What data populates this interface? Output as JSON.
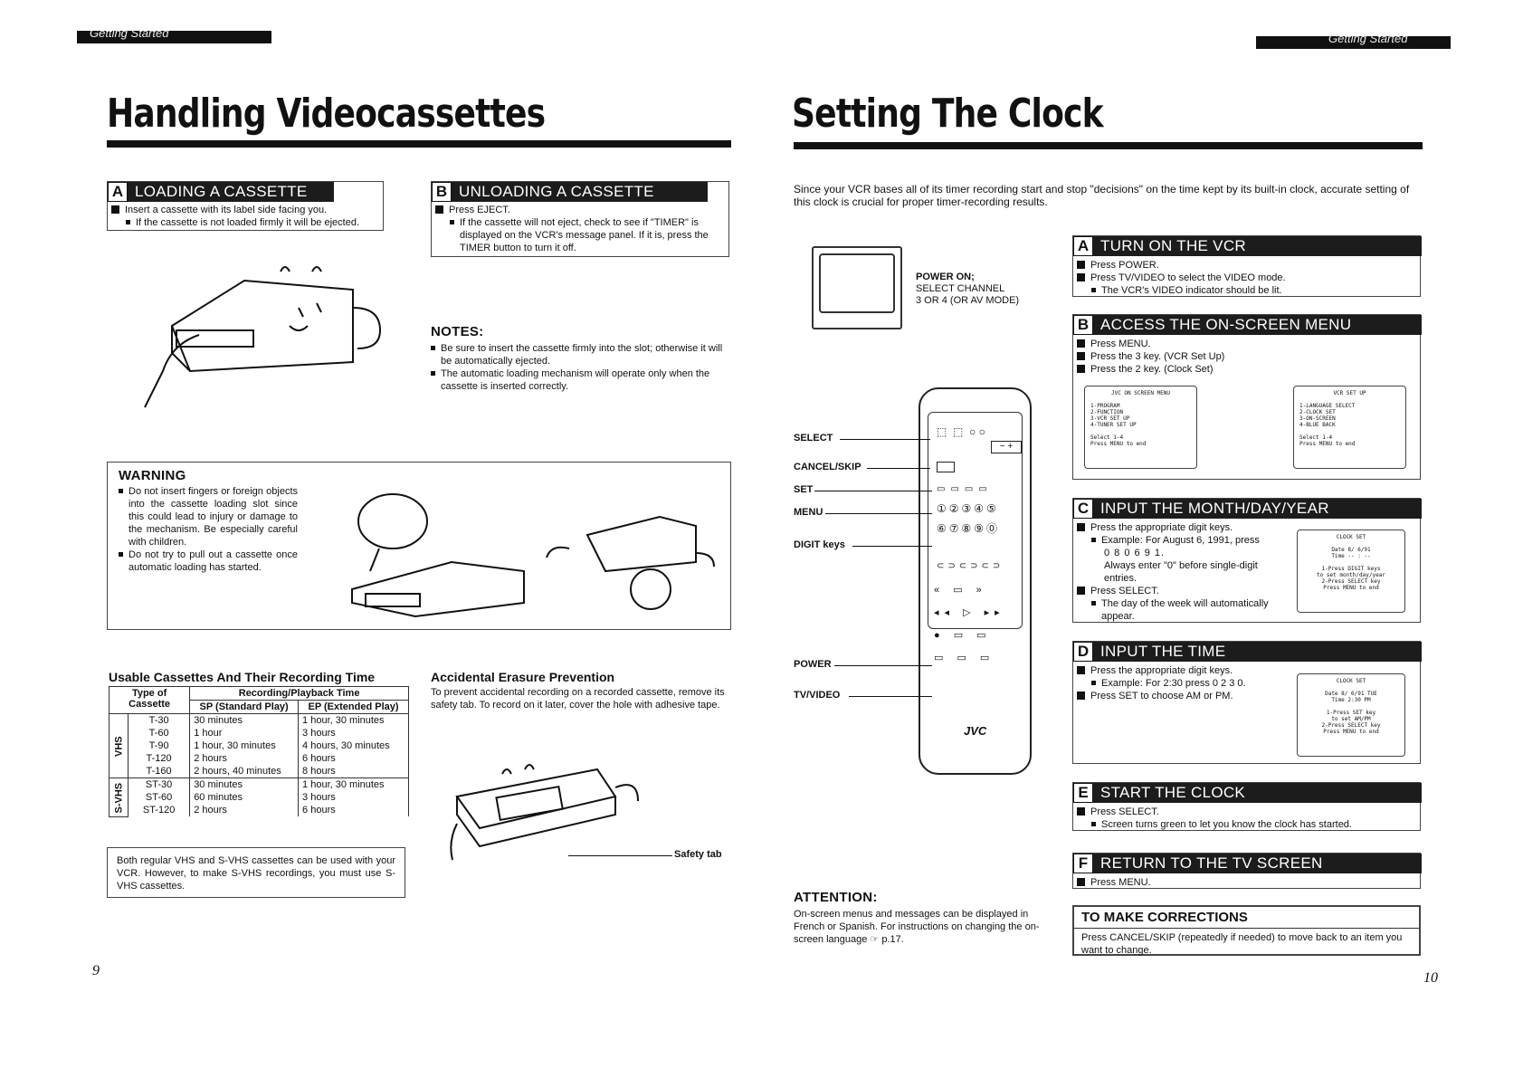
{
  "left": {
    "header": "Getting Started",
    "title": "Handling Videocassettes",
    "boxA": {
      "letter": "A",
      "title": "LOADING A CASSETTE",
      "step": "Insert a cassette with its label side facing you.",
      "note": "If the cassette is not loaded firmly it will be ejected."
    },
    "boxB": {
      "letter": "B",
      "title": "UNLOADING A CASSETTE",
      "step": "Press EJECT.",
      "note": "If the cassette will not eject, check to see if \"TIMER\" is displayed on the VCR's message panel.  If it is, press the TIMER button to turn it off."
    },
    "notes": {
      "title": "NOTES:",
      "items": [
        "Be sure to insert the cassette firmly into the slot; otherwise it will be automatically ejected.",
        "The automatic loading mechanism will operate only when the cassette is inserted correctly."
      ]
    },
    "warning": {
      "title": "WARNING",
      "items": [
        "Do not insert fingers or foreign objects into the cassette loading slot since this could lead to injury or damage to the mechanism. Be especially careful with children.",
        "Do not try to pull out a cassette once automatic loading has started."
      ]
    },
    "usable": {
      "title": "Usable Cassettes And Their Recording Time",
      "col_type": "Type of Cassette",
      "col_time": "Recording/Playback Time",
      "col_sp": "SP (Standard Play)",
      "col_ep": "EP (Extended Play)",
      "groups": [
        {
          "name": "VHS",
          "rows": [
            [
              "T-30",
              "30 minutes",
              "1 hour, 30 minutes"
            ],
            [
              "T-60",
              "1 hour",
              "3 hours"
            ],
            [
              "T-90",
              "1 hour, 30 minutes",
              "4 hours, 30 minutes"
            ],
            [
              "T-120",
              "2 hours",
              "6 hours"
            ],
            [
              "T-160",
              "2 hours, 40 minutes",
              "8 hours"
            ]
          ]
        },
        {
          "name": "S-VHS",
          "rows": [
            [
              "ST-30",
              "30 minutes",
              "1 hour, 30 minutes"
            ],
            [
              "ST-60",
              "60 minutes",
              "3 hours"
            ],
            [
              "ST-120",
              "2 hours",
              "6 hours"
            ]
          ]
        }
      ],
      "footnote": "Both regular VHS and S-VHS cassettes can be used with your VCR. However, to make S-VHS recordings, you must use S-VHS cassettes."
    },
    "erasure": {
      "title": "Accidental Erasure Prevention",
      "text": "To prevent accidental recording on a recorded cassette, remove its safety tab. To record on it later, cover the hole with adhesive tape.",
      "tab_label": "Safety tab"
    },
    "page": "9"
  },
  "right": {
    "header": "Getting Started",
    "title": "Setting The Clock",
    "intro": "Since your VCR bases all of its timer recording start and stop \"decisions\" on the time kept by its built-in clock, accurate setting of this clock is crucial for proper timer-recording results.",
    "tv_caption": [
      "POWER ON;",
      "SELECT CHANNEL",
      "3 OR 4 (OR AV MODE)"
    ],
    "remote_labels": {
      "select": "SELECT",
      "cancel": "CANCEL/SKIP",
      "set": "SET",
      "menu": "MENU",
      "digit": "DIGIT keys",
      "power": "POWER",
      "tvvideo": "TV/VIDEO",
      "brand": "JVC"
    },
    "attention": {
      "title": "ATTENTION:",
      "text": "On-screen menus and messages can be displayed in French or Spanish.  For instructions on changing the on-screen language ☞ p.17."
    },
    "A": {
      "letter": "A",
      "title": "TURN ON THE VCR",
      "steps": [
        "Press POWER.",
        "Press TV/VIDEO to select the VIDEO mode."
      ],
      "note": "The VCR's VIDEO indicator should be lit."
    },
    "B": {
      "letter": "B",
      "title": "ACCESS THE ON-SCREEN MENU",
      "steps": [
        "Press MENU.",
        "Press the 3 key. (VCR Set Up)",
        "Press the 2 key. (Clock Set)"
      ],
      "screen1": {
        "title": "JVC ON SCREEN MENU",
        "lines": [
          "1-PROGRAM",
          "2-FUNCTION",
          "3-VCR SET UP",
          "4-TUNER SET UP"
        ],
        "foot": [
          "Select 1-4",
          "Press MENU to end"
        ]
      },
      "screen2": {
        "title": "VCR SET UP",
        "lines": [
          "1-LANGUAGE SELECT",
          "2-CLOCK SET",
          "3-ON-SCREEN",
          "4-BLUE BACK"
        ],
        "foot": [
          "Select 1-4",
          "Press MENU to end"
        ]
      }
    },
    "C": {
      "letter": "C",
      "title": "INPUT THE MONTH/DAY/YEAR",
      "step1": "Press the appropriate digit keys.",
      "ex": "Example: For August 6, 1991, press",
      "digits": "0 8 0 6 9 1.",
      "always": "Always enter \"0\" before single-digit entries.",
      "step2": "Press SELECT.",
      "note2": "The day of the week will automatically appear.",
      "screen": {
        "title": "CLOCK SET",
        "lines": [
          "Date  8/ 6/91",
          "Time  -- : --"
        ],
        "foot": [
          "1-Press DIGIT keys",
          "to set month/day/year",
          "2-Press SELECT key",
          "Press MENU to end"
        ]
      }
    },
    "D": {
      "letter": "D",
      "title": "INPUT THE TIME",
      "step1": "Press the appropriate digit keys.",
      "ex": "Example: For 2:30 press 0 2  3 0.",
      "step2": "Press SET to choose AM or PM.",
      "screen": {
        "title": "CLOCK SET",
        "lines": [
          "Date  8/ 6/91 TUE",
          "Time   2:30 PM"
        ],
        "foot": [
          "1-Press SET key",
          "to set AM/PM",
          "2-Press SELECT key",
          "Press MENU to end"
        ]
      }
    },
    "E": {
      "letter": "E",
      "title": "START THE CLOCK",
      "step": "Press SELECT.",
      "note": "Screen turns green to let you know the clock has started."
    },
    "F": {
      "letter": "F",
      "title": "RETURN TO THE TV SCREEN",
      "step": "Press MENU."
    },
    "corr": {
      "title": "TO MAKE CORRECTIONS",
      "text": "Press CANCEL/SKIP (repeatedly if needed) to move back to an item you want to change."
    },
    "page": "10"
  }
}
